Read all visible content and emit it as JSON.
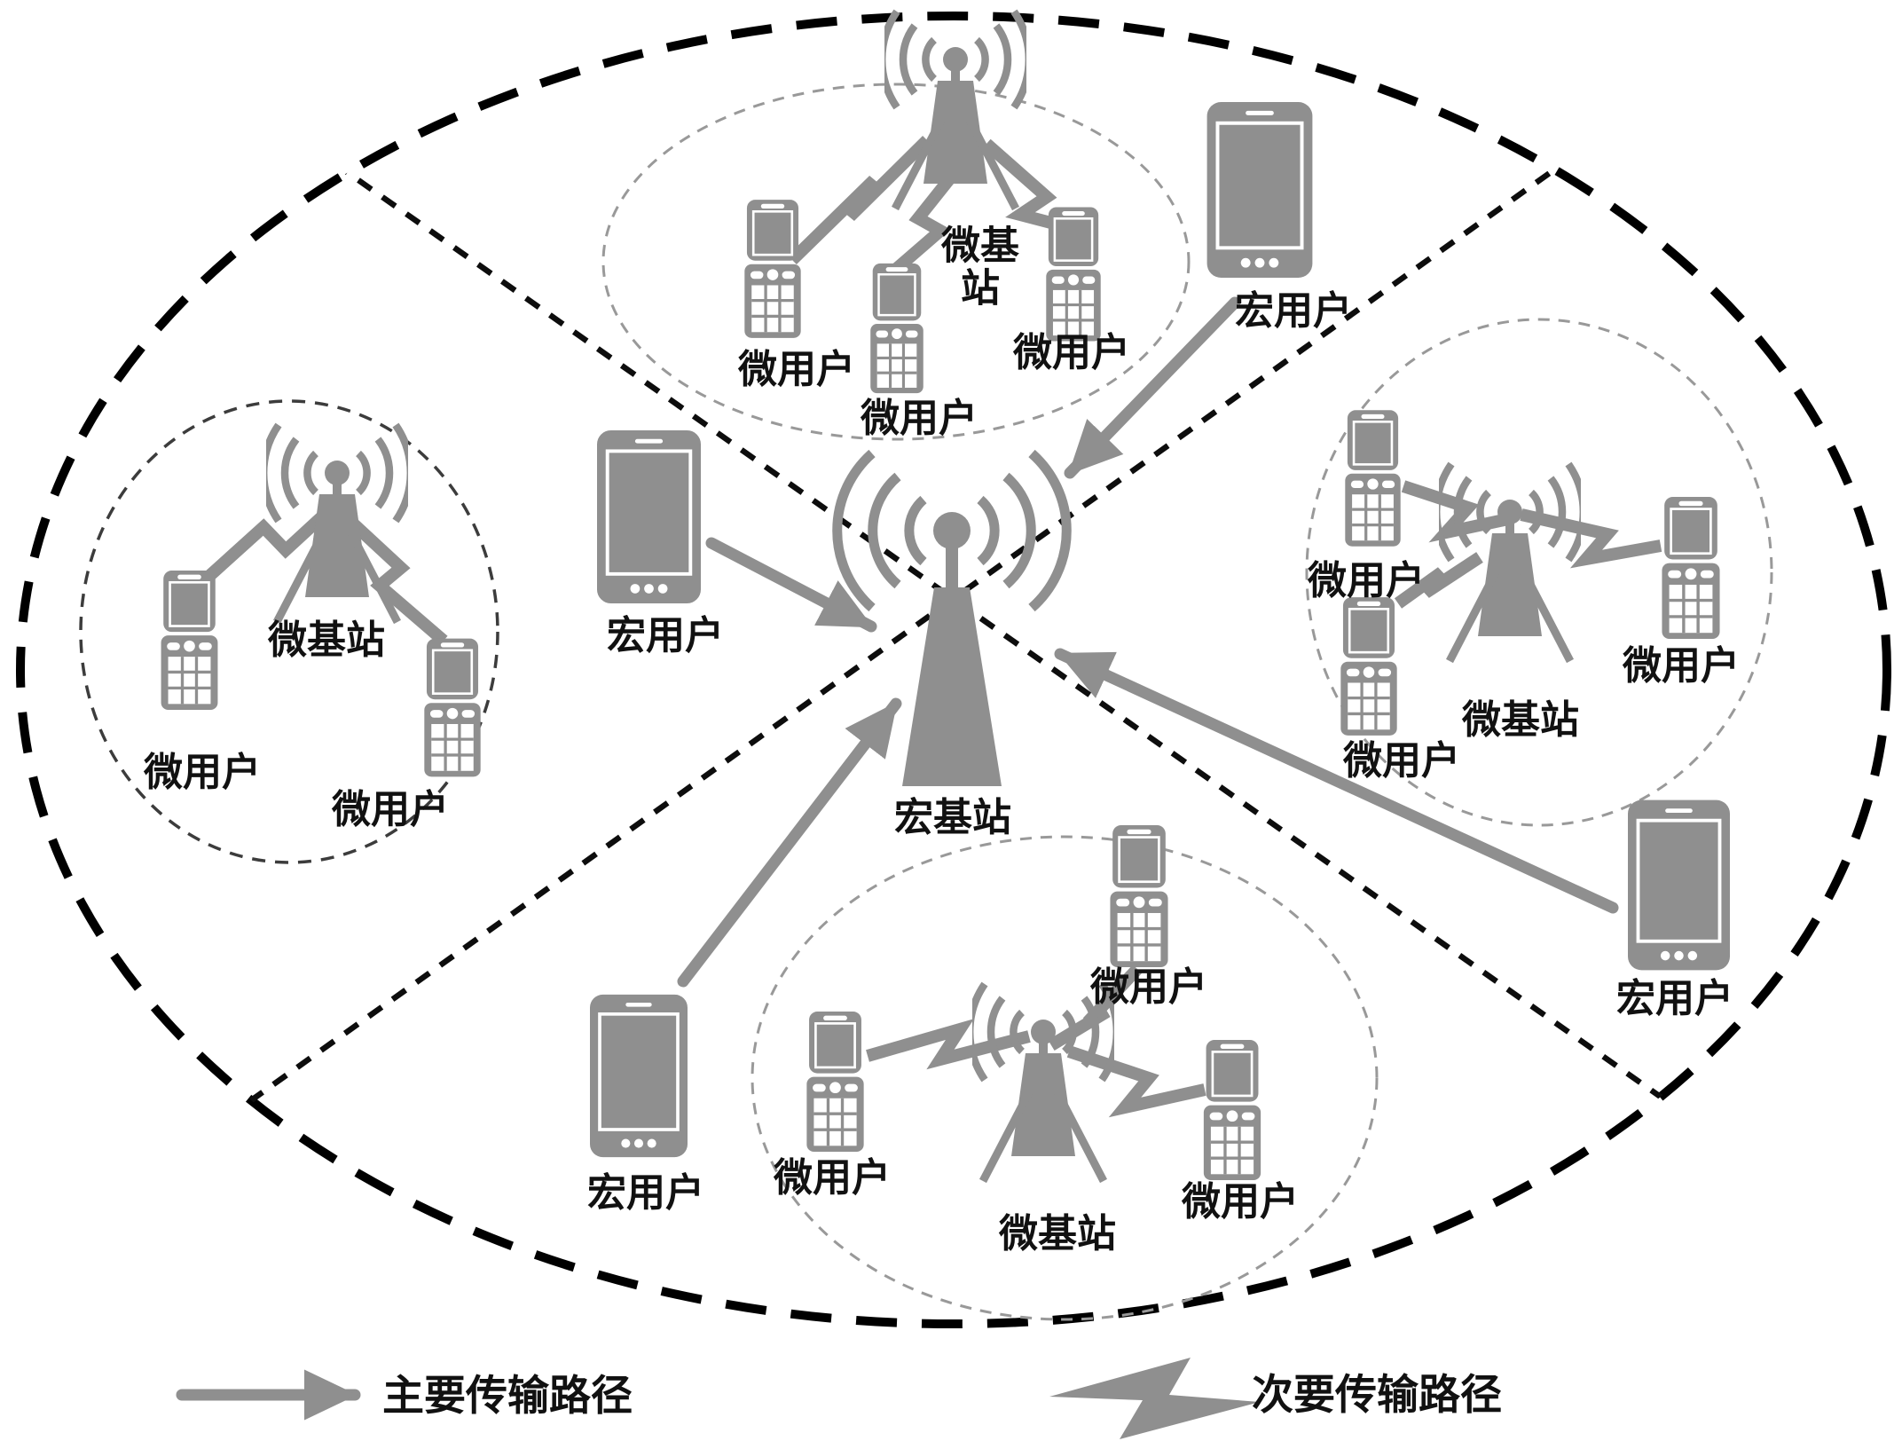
{
  "labels": {
    "macro_bs": "宏基站",
    "micro_bs": "微基站",
    "macro_user": "宏用户",
    "micro_user": "微用户"
  },
  "legend": {
    "primary_path": "主要传输路径",
    "secondary_path": "次要传输路径"
  },
  "colors": {
    "icon_gray": "#8f8f8f",
    "label_text": "#111111",
    "boundary_black": "#000000",
    "cell_dash_gray": "#999999"
  }
}
